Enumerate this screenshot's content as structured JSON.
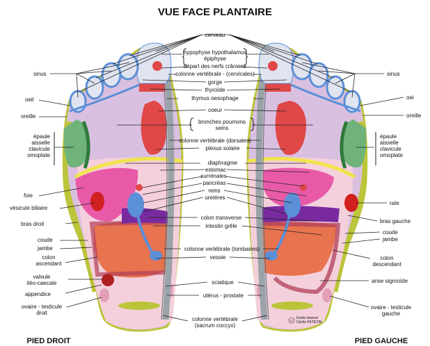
{
  "title": "VUE FACE PLANTAIRE",
  "feet": {
    "right": "PIED DROIT",
    "left": "PIED GAUCHE"
  },
  "copyright": [
    "Droits réservé",
    "Cécile PETETIN"
  ],
  "labels": {
    "cerveau": "cerveau",
    "hypophyse": "hypophyse hypothalamus",
    "epiphyse": "épiphyse",
    "nerfs": "départ des nerfs crâniens",
    "cervicales": "colonne vertébrale - (cervicales)",
    "gorge": "gorge",
    "thyroide": "thyroïde",
    "thymus": "thymus oesophage",
    "coeur": "coeur",
    "bronches": "bronches poumons",
    "seins": "seins",
    "dorsales": "colonne vertébrale (dorsales)",
    "plexus": "plexus solaire",
    "diaphragme": "diaphragme",
    "estomac": "estomac",
    "surrenales": "surrénales",
    "pancreas": "pancréas",
    "reins": "reins",
    "ureteres": "uretères",
    "colon_transverse": "colon transverse",
    "intestin": "intestin grêle",
    "lombaires": "colonne vertébrale (lombaires)",
    "vessie": "vessie",
    "sciatique": "sciatique",
    "uterus": "utérus - prostate",
    "sacrum1": "colonne vertébrale",
    "sacrum2": "(sacrum coccyx)",
    "r_sinus": "sinus",
    "r_oeil": "oeil",
    "r_oreille": "oreille",
    "r_epaule": [
      "épaule",
      "aisselle",
      "clavicule",
      "omoplate"
    ],
    "r_foie": "foie",
    "r_vesicule": "vésicule biliaire",
    "r_bras": "bras droit",
    "r_coude": "coude",
    "r_jambe": "jambe",
    "r_colon": [
      "colon",
      "ascendant"
    ],
    "r_valvule": [
      "valvule",
      "iléo-caecale"
    ],
    "r_appendice": "appendice",
    "r_ovaire": [
      "ovaire - testicule",
      "droit"
    ],
    "l_sinus": "sinus",
    "l_oeil": "oei",
    "l_oreille": "oreille",
    "l_epaule": [
      "épaule",
      "aisselle",
      "clavicule",
      "omoplate"
    ],
    "l_rate": "rate",
    "l_bras": "bras gauche",
    "l_coude": "coude",
    "l_jambe": "jambe",
    "l_colon": [
      "colon",
      "descendant"
    ],
    "l_anse": "anse sigmoïde",
    "l_ovaire": [
      "ovaire - testicule",
      "gauche"
    ]
  },
  "colors": {
    "toe_blue": "#5b8fd8",
    "heart_red": "#e04848",
    "lung_lilac": "#d9c0e0",
    "shoulder_green": "#6fb27a",
    "liver_pink": "#e85aa8",
    "intestine_orange": "#e8734f",
    "heel_pink": "#f4d0dc",
    "spine_gray": "#9aa3a8",
    "outline_olive": "#bcc43a"
  }
}
